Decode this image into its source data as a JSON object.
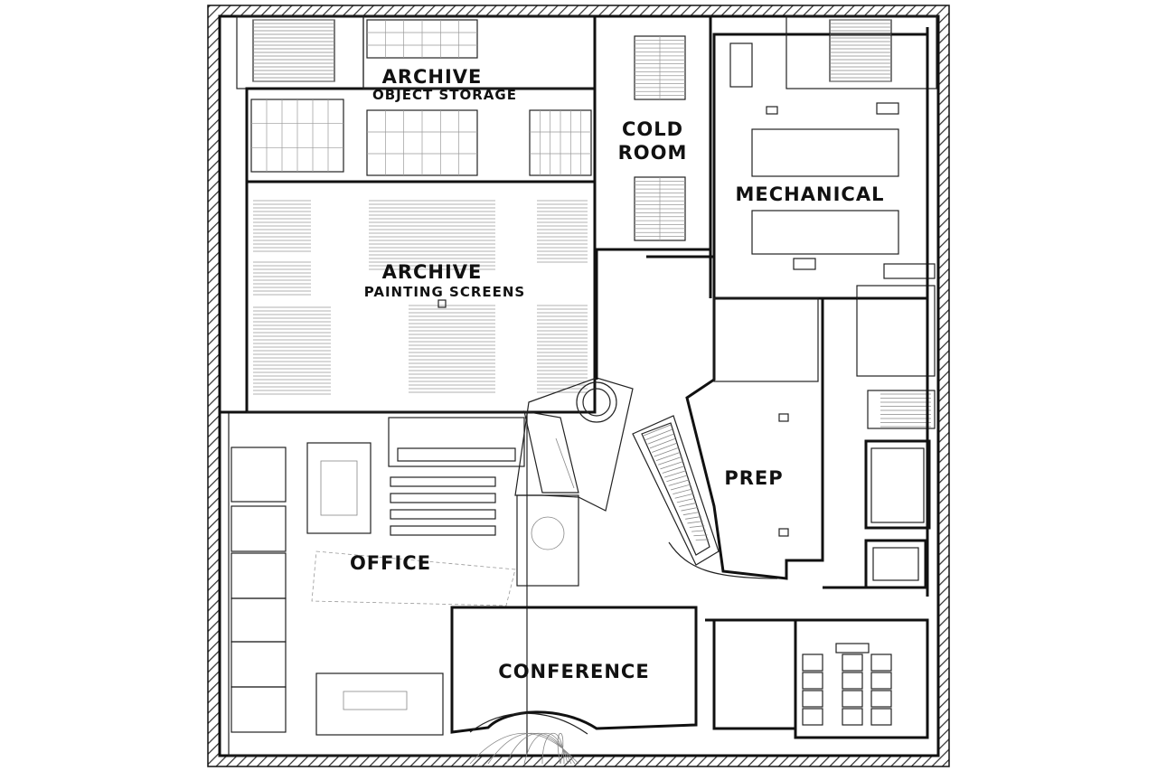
{
  "rooms": {
    "archive_object": {
      "title": "ARCHIVE",
      "subtitle": "OBJECT STORAGE"
    },
    "cold_room": {
      "line1": "COLD",
      "line2": "ROOM"
    },
    "mechanical": {
      "title": "MECHANICAL"
    },
    "archive_painting": {
      "title": "ARCHIVE",
      "subtitle": "PAINTING SCREENS"
    },
    "prep": {
      "title": "PREP"
    },
    "office": {
      "title": "OFFICE"
    },
    "conference": {
      "title": "CONFERENCE"
    }
  },
  "colors": {
    "wall": "#111111",
    "line": "#222222",
    "fixture": "#999999"
  }
}
